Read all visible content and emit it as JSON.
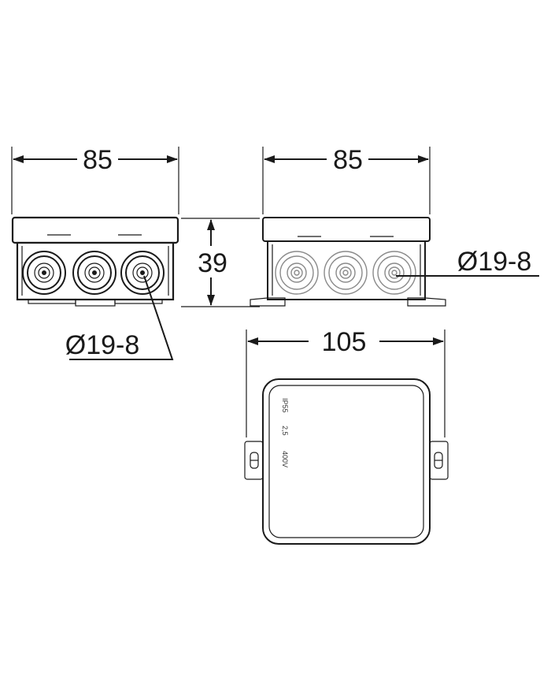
{
  "dimensions": {
    "front_width": "85",
    "side_width": "85",
    "height": "39",
    "top_width": "105",
    "gland_left": "Ø19-8",
    "gland_right": "Ø19-8"
  },
  "lid_markings": {
    "ip": "IP55",
    "cross_section": "2,5",
    "voltage": "400V"
  }
}
